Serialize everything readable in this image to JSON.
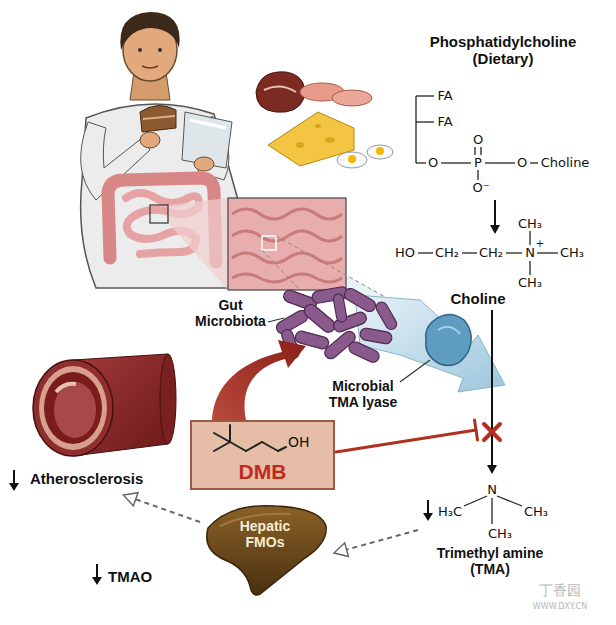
{
  "diagram": {
    "nodes": [
      {
        "text": [
          "Atherosclerosis"
        ]
      },
      {
        "text": [
          "OH",
          "DMB"
        ]
      },
      {
        "text": [
          "Hepatic FMOs"
        ]
      }
    ],
    "edges": [
      {
        "from": 2,
        "to": 0,
        "arrow": "to"
      }
    ],
    "labels": [
      "Phosphatidylcholine (Dietary)",
      "FA",
      "FA",
      "O",
      "O",
      "P",
      "O",
      "Choline",
      "O⁻",
      "CH₃",
      "HO",
      "CH₂",
      "CH₂",
      "N",
      "+",
      "CH₃",
      "CH₃",
      "Choline",
      "Gut Microbiota",
      "Microbial TMA lyase",
      "N",
      "H₃C",
      "CH₃",
      "CH₃",
      "Trimethyl amine (TMA)",
      "TMAO",
      "丁香园",
      "WWW.DXY.CN"
    ]
  }
}
